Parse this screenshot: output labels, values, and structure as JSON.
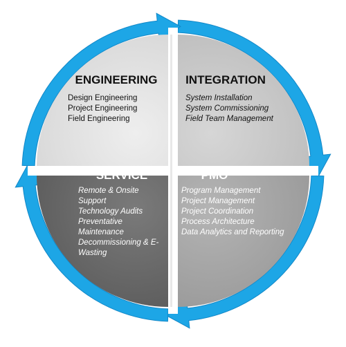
{
  "colors": {
    "ring": "#1da6e6",
    "ring_dark": "#1287c7",
    "engineering_bg": "#e4e4e4",
    "integration_bg": "#c9c9c9",
    "service_bg": "#6d6d6d",
    "pmo_bg": "#a8a8a8",
    "dark_text": "#111111",
    "light_text": "#ffffff"
  },
  "quadrants": {
    "engineering": {
      "title": "ENGINEERING",
      "items": [
        "Design Engineering",
        "Project Engineering",
        "Field Engineering"
      ]
    },
    "integration": {
      "title": "INTEGRATION",
      "items": [
        "System Installation",
        "System Commissioning",
        "Field Team Management"
      ]
    },
    "service": {
      "title": "SERVICE",
      "items": [
        "Remote & Onsite",
        "Support",
        "Technology Audits",
        "Preventative",
        "Maintenance",
        "Decommissioning & E-",
        "Wasting"
      ]
    },
    "pmo": {
      "title": "PMO",
      "items": [
        "Program Management",
        "Project Management",
        "Project Coordination",
        "Process Architecture",
        "Data Analytics and Reporting"
      ]
    }
  }
}
